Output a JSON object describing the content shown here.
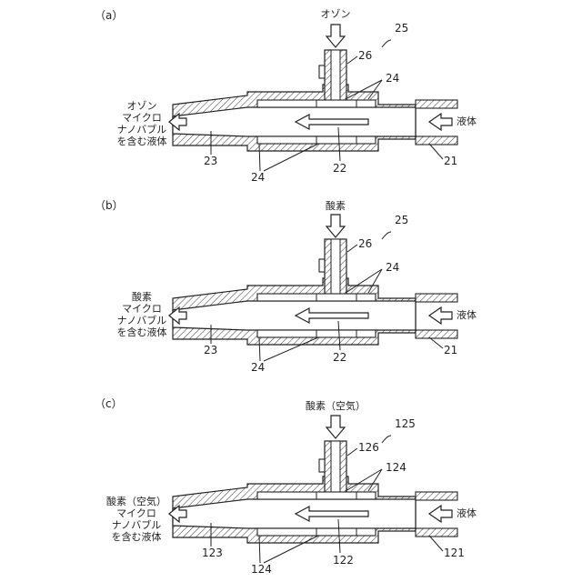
{
  "panels": [
    {
      "tag": "（a）",
      "gas_in": "オゾン",
      "outlet_lines": [
        "オゾン",
        "マイクロ",
        "ナノバブル",
        "を含む液体"
      ],
      "liquid_in": "液体",
      "refs": {
        "device": "25",
        "gas_pipe": "26",
        "partition": "24",
        "partition_b": "24",
        "nozzle": "23",
        "chamber": "22",
        "inlet": "21"
      }
    },
    {
      "tag": "（b）",
      "gas_in": "酸素",
      "outlet_lines": [
        "酸素",
        "マイクロ",
        "ナノバブル",
        "を含む液体"
      ],
      "liquid_in": "液体",
      "refs": {
        "device": "25",
        "gas_pipe": "26",
        "partition": "24",
        "partition_b": "24",
        "nozzle": "23",
        "chamber": "22",
        "inlet": "21"
      }
    },
    {
      "tag": "（c）",
      "gas_in": "酸素（空気）",
      "outlet_lines": [
        "酸素（空気）",
        "マイクロ",
        "ナノバブル",
        "を含む液体"
      ],
      "liquid_in": "液体",
      "refs": {
        "device": "125",
        "gas_pipe": "126",
        "partition": "124",
        "partition_b": "124",
        "nozzle": "123",
        "chamber": "122",
        "inlet": "121"
      }
    }
  ]
}
